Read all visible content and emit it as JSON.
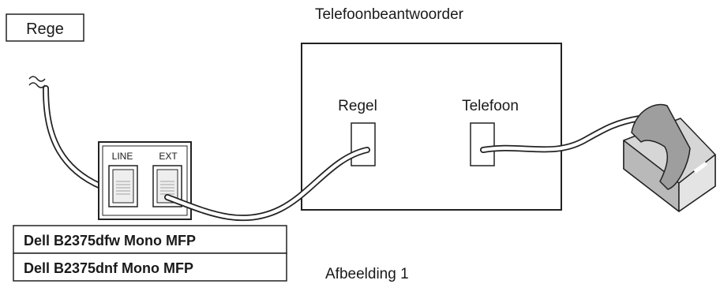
{
  "labels": {
    "line_source": "Rege",
    "answering_machine": "Telefoonbeantwoorder",
    "port_line": "Regel",
    "port_phone": "Telefoon",
    "jack_line": "LINE",
    "jack_ext": "EXT",
    "figure_caption": "Afbeelding 1"
  },
  "models": [
    "Dell B2375dfw Mono MFP",
    "Dell B2375dnf Mono MFP"
  ]
}
